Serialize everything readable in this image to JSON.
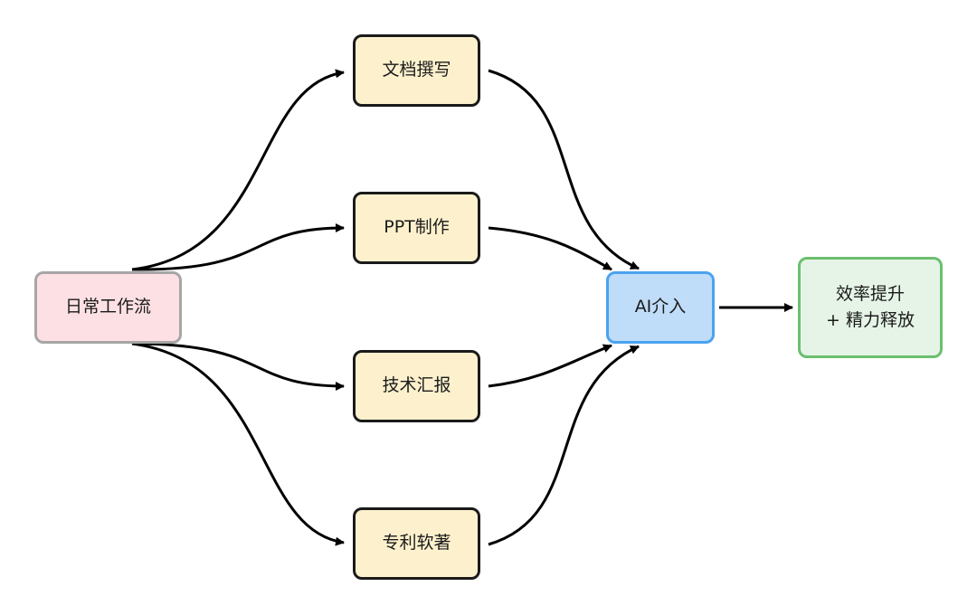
{
  "diagram": {
    "nodes": {
      "source": {
        "label": "日常工作流"
      },
      "doc": {
        "label": "文档撰写"
      },
      "ppt": {
        "label": "PPT制作"
      },
      "tech": {
        "label": "技术汇报"
      },
      "patent": {
        "label": "专利软著"
      },
      "ai": {
        "label": "AI介入"
      },
      "result": {
        "label": "效率提升\n+ 精力释放"
      }
    },
    "edges": [
      {
        "from": "source",
        "to": "doc"
      },
      {
        "from": "source",
        "to": "ppt"
      },
      {
        "from": "source",
        "to": "tech"
      },
      {
        "from": "source",
        "to": "patent"
      },
      {
        "from": "doc",
        "to": "ai"
      },
      {
        "from": "ppt",
        "to": "ai"
      },
      {
        "from": "tech",
        "to": "ai"
      },
      {
        "from": "patent",
        "to": "ai"
      },
      {
        "from": "ai",
        "to": "result"
      }
    ],
    "colors": {
      "source_fill": "#fde0e4",
      "source_border": "#a6a6a6",
      "task_fill": "#fdf1cd",
      "task_border": "#1a1a1a",
      "ai_fill": "#bfdcf8",
      "ai_border": "#4ba3ef",
      "result_fill": "#e5f4e6",
      "result_border": "#6bbf6f",
      "edge": "#000000"
    }
  }
}
